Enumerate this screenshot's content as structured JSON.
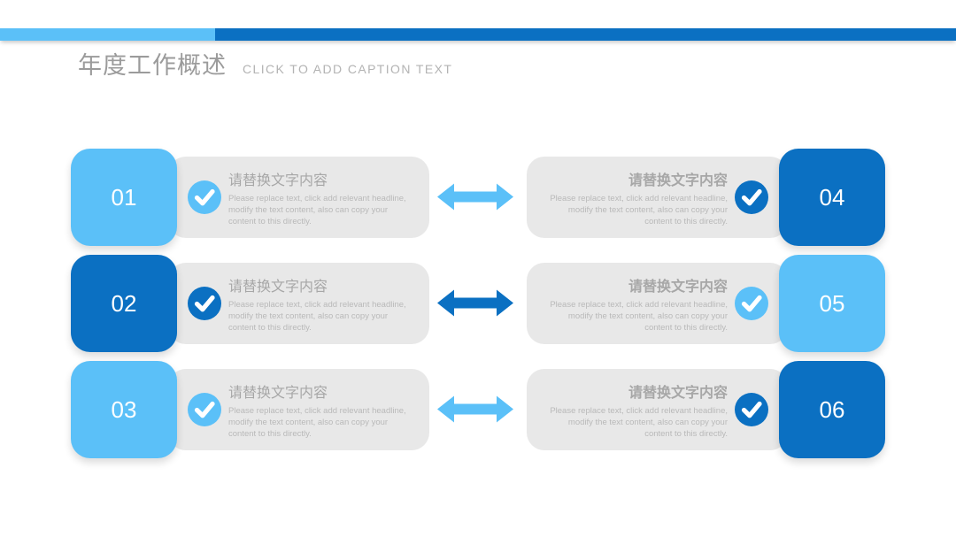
{
  "header": {
    "title": "年度工作概述",
    "caption": "CLICK TO ADD CAPTION TEXT"
  },
  "colors": {
    "light_blue": "#5BC0F8",
    "dark_blue": "#0B70C2",
    "card_bg": "#E8E8E8",
    "heading_gray": "#9B9B9B",
    "caption_gray": "#B3B3B3",
    "number_text": "#FFFFFF"
  },
  "placeholder": {
    "title": "请替换文字内容",
    "body": "Please replace text, click add relevant headline, modify the text content, also can copy your content to this directly."
  },
  "cards": [
    {
      "number": "01",
      "side": "left",
      "tone": "light",
      "title": "请替换文字内容",
      "body": "Please replace text, click add relevant headline, modify the text content, also can copy your content to this directly."
    },
    {
      "number": "02",
      "side": "left",
      "tone": "dark",
      "title": "请替换文字内容",
      "body": "Please replace text, click add relevant headline, modify the text content, also can copy your content to this directly."
    },
    {
      "number": "03",
      "side": "left",
      "tone": "light",
      "title": "请替换文字内容",
      "body": "Please replace text, click add relevant headline, modify the text content, also can copy your content to this directly."
    },
    {
      "number": "04",
      "side": "right",
      "tone": "dark",
      "title": "请替换文字内容",
      "body": "Please replace text, click add relevant headline, modify the text content, also can copy your content to this directly."
    },
    {
      "number": "05",
      "side": "right",
      "tone": "light",
      "title": "请替换文字内容",
      "body": "Please replace text, click add relevant headline, modify the text content, also can copy your content to this directly."
    },
    {
      "number": "06",
      "side": "right",
      "tone": "dark",
      "title": "请替换文字内容",
      "body": "Please replace text, click add relevant headline, modify the text content, also can copy your content to this directly."
    }
  ],
  "arrows": [
    {
      "tone": "light",
      "icon": "double-arrow-icon"
    },
    {
      "tone": "dark",
      "icon": "double-arrow-icon"
    },
    {
      "tone": "light",
      "icon": "double-arrow-icon"
    }
  ]
}
